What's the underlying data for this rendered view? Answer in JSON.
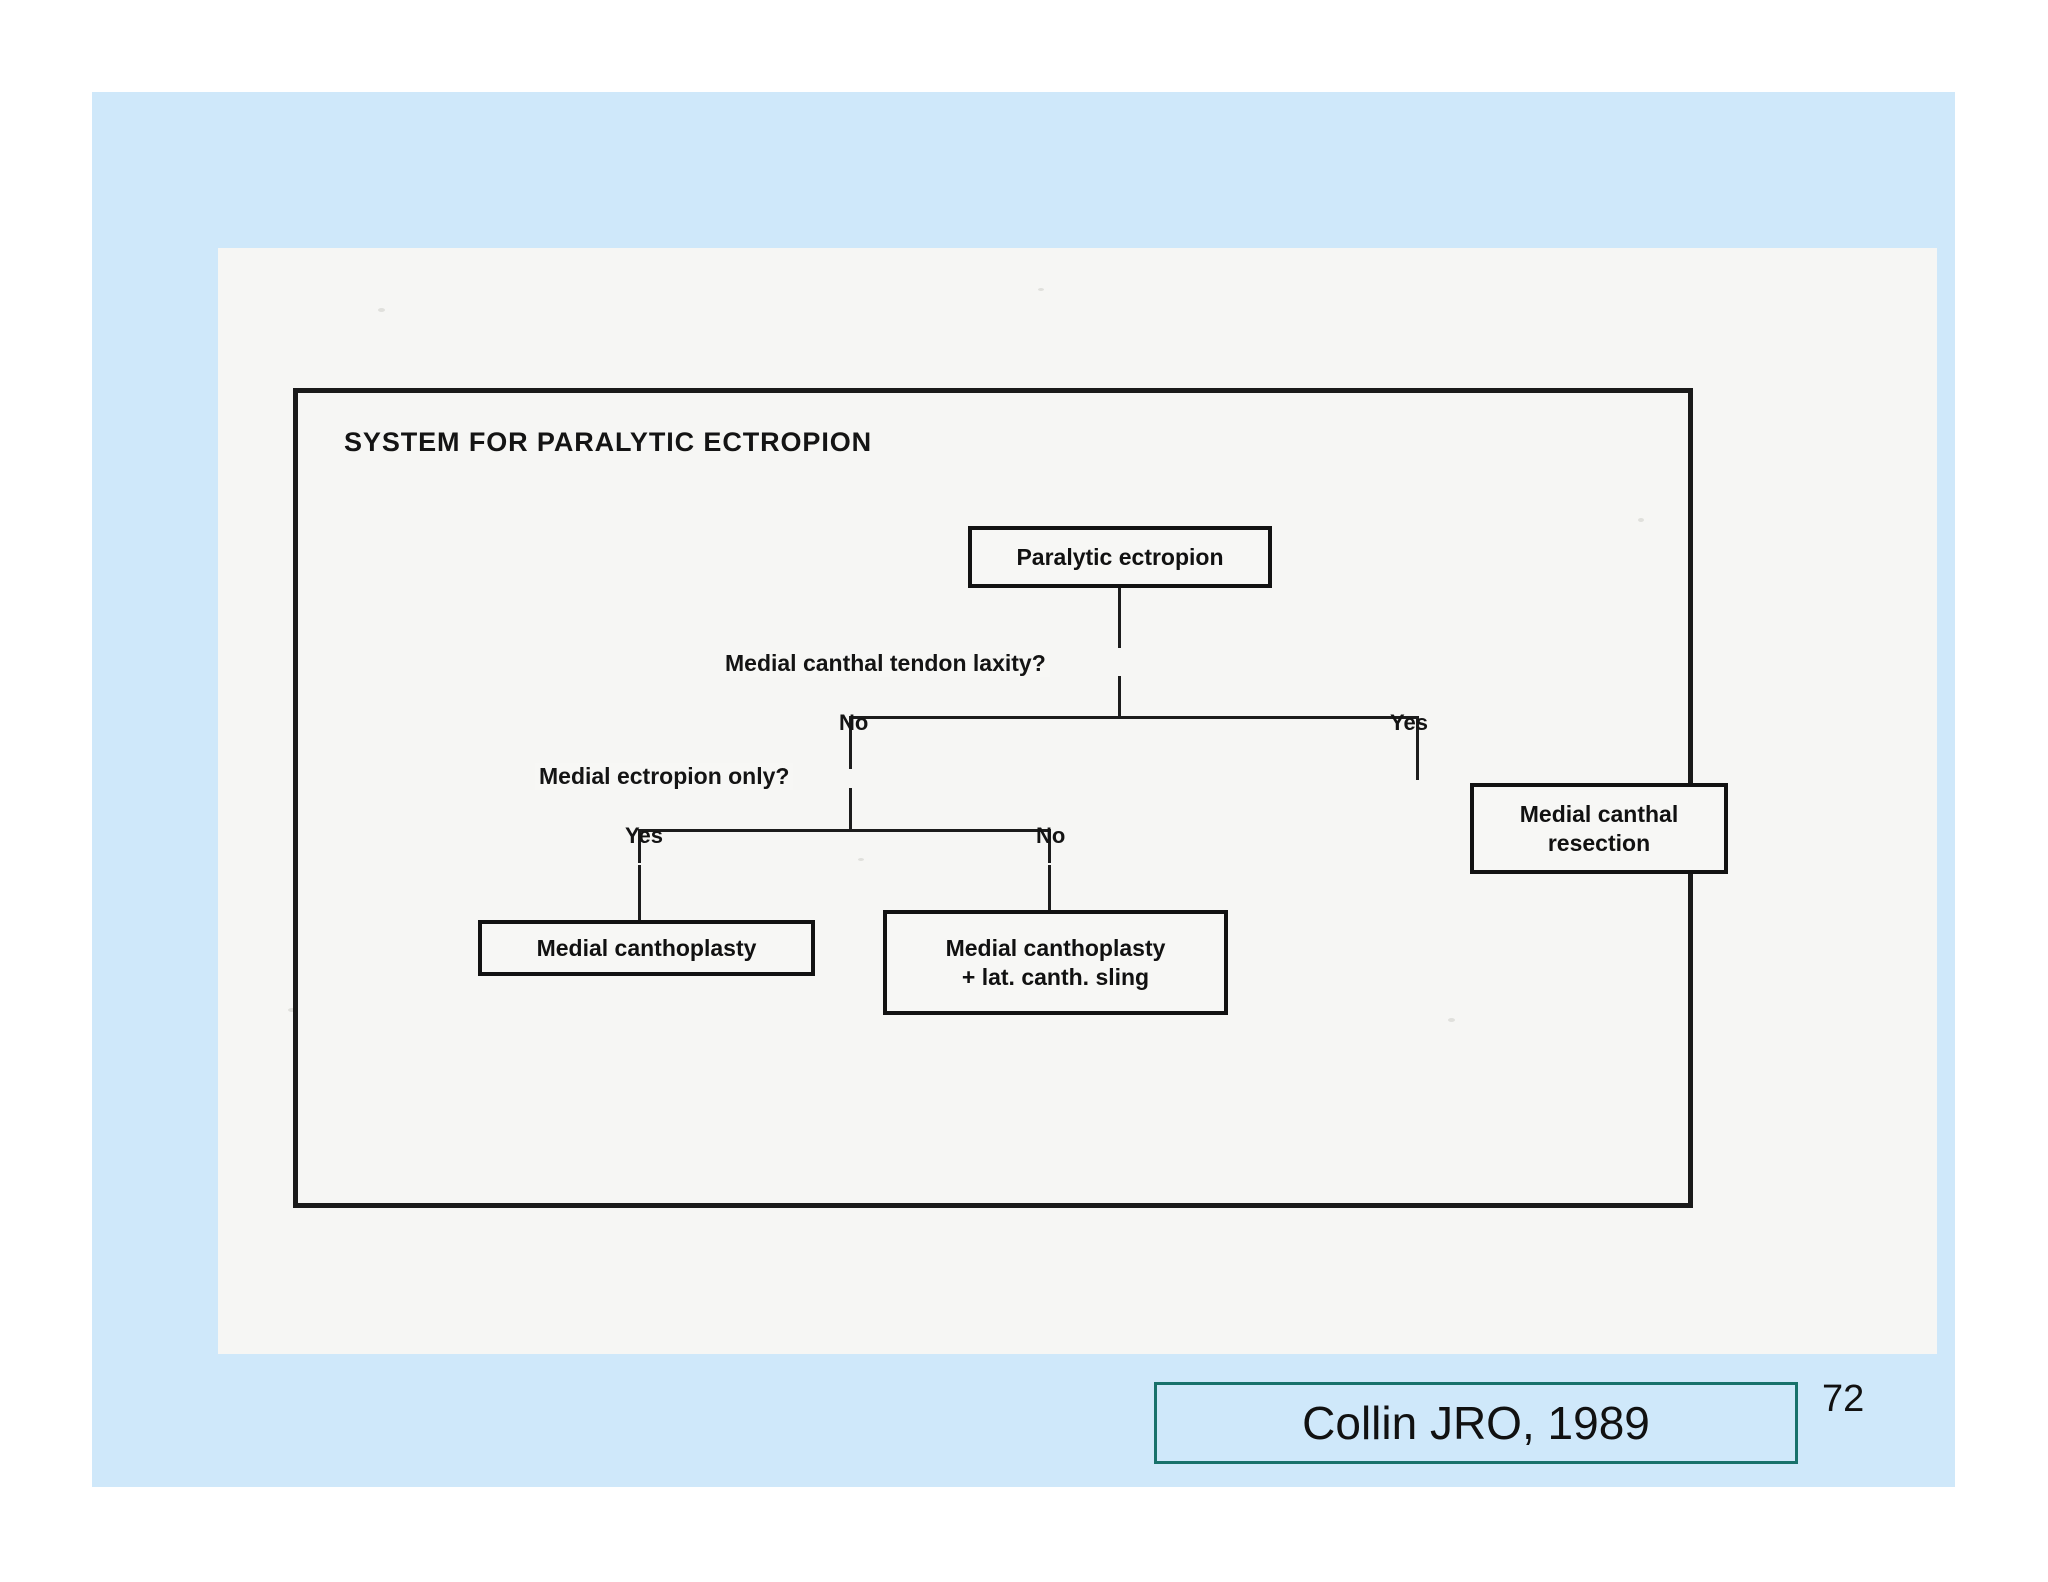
{
  "slide": {
    "background_color": "#cfe8fa",
    "page_number": "72"
  },
  "scan": {
    "background_color": "#f6f6f4"
  },
  "chart": {
    "title": "SYSTEM FOR PARALYTIC ECTROPION",
    "border_color": "#1a1a1a",
    "nodes": {
      "root": "Paralytic ectropion",
      "resection": "Medial canthal\nresection",
      "resection_line1": "Medial canthal",
      "resection_line2": "resection",
      "left_outcome": "Medial canthoplasty",
      "right_outcome_line1": "Medial canthoplasty",
      "right_outcome_line2": "+ lat. canth. sling"
    },
    "questions": {
      "q1": "Medial canthal tendon laxity?",
      "q2": "Medial ectropion only?"
    },
    "branch_labels": {
      "q1_no": "No",
      "q1_yes": "Yes",
      "q2_yes": "Yes",
      "q2_no": "No"
    }
  },
  "citation": {
    "text": "Collin JRO, 1989",
    "border_color": "#18716b"
  },
  "chart_data": {
    "type": "diagram",
    "title": "SYSTEM FOR PARALYTIC ECTROPION",
    "diagram_kind": "decision-tree-flowchart",
    "nodes": [
      {
        "id": "root",
        "label": "Paralytic ectropion",
        "kind": "start-box"
      },
      {
        "id": "q1",
        "label": "Medial canthal tendon laxity?",
        "kind": "decision-text"
      },
      {
        "id": "q2",
        "label": "Medial ectropion only?",
        "kind": "decision-text"
      },
      {
        "id": "resection",
        "label": "Medial canthal resection",
        "kind": "outcome-box"
      },
      {
        "id": "canthoplasty",
        "label": "Medial canthoplasty",
        "kind": "outcome-box"
      },
      {
        "id": "canthoplasty_sling",
        "label": "Medial canthoplasty + lat. canth. sling",
        "kind": "outcome-box"
      }
    ],
    "edges": [
      {
        "from": "root",
        "to": "q1",
        "label": ""
      },
      {
        "from": "q1",
        "to": "q2",
        "label": "No"
      },
      {
        "from": "q1",
        "to": "resection",
        "label": "Yes"
      },
      {
        "from": "q2",
        "to": "canthoplasty",
        "label": "Yes"
      },
      {
        "from": "q2",
        "to": "canthoplasty_sling",
        "label": "No"
      }
    ]
  }
}
